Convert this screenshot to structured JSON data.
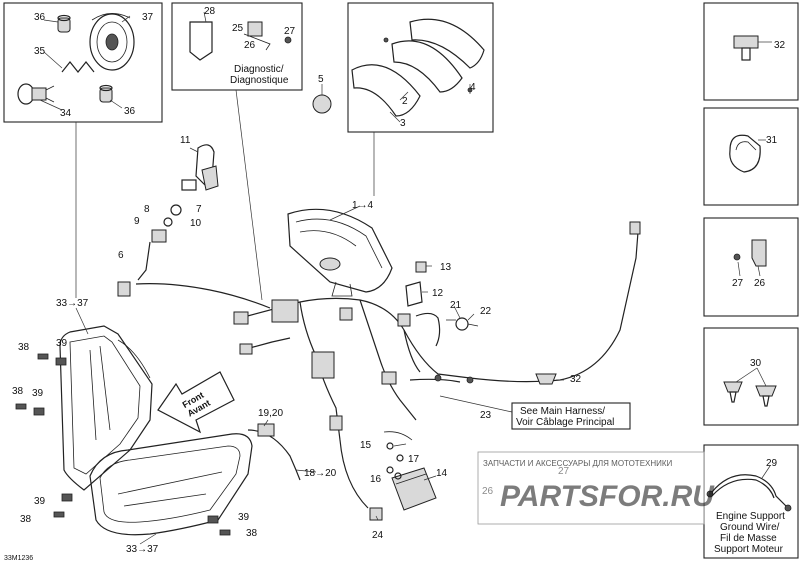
{
  "callouts": {
    "c1_4": "1→4",
    "c2": "2",
    "c3": "3",
    "c4": "4",
    "c5": "5",
    "c6": "6",
    "c7": "7",
    "c8": "8",
    "c9": "9",
    "c10": "10",
    "c11": "11",
    "c12": "12",
    "c13": "13",
    "c14": "14",
    "c15": "15",
    "c16": "16",
    "c17": "17",
    "c18_20": "18→20",
    "c19_20": "19,20",
    "c21": "21",
    "c22": "22",
    "c23": "23",
    "c24": "24",
    "c25": "25",
    "c26a": "26",
    "c26b": "26",
    "c26c": "26",
    "c27a": "27",
    "c27b": "27",
    "c27c": "27",
    "c28": "28",
    "c29": "29",
    "c30": "30",
    "c31": "31",
    "c32a": "32",
    "c32b": "32",
    "c33_37a": "33→37",
    "c33_37b": "33→37",
    "c34": "34",
    "c35": "35",
    "c36a": "36",
    "c36b": "36",
    "c37": "37",
    "c38a": "38",
    "c38b": "38",
    "c38c": "38",
    "c38d": "38",
    "c39a": "39",
    "c39b": "39",
    "c39c": "39",
    "c39d": "39"
  },
  "labels": {
    "diagnostic_line1": "Diagnostic/",
    "diagnostic_line2": "Diagnostique",
    "harness_line1": "See Main Harness/",
    "harness_line2": "Voir Câblage Principal",
    "front_line1": "Front",
    "front_line2": "Avant",
    "ground_line1": "Engine Support",
    "ground_line2": "Ground Wire/",
    "ground_line3": "Fil de Masse",
    "ground_line4": "Support Moteur",
    "watermark_top": "ЗАПЧАСТИ И АКСЕССУАРЫ ДЛЯ МОТОТЕХНИКИ",
    "watermark_logo": "PARTSFOR.RU",
    "figure_code": "33M1236"
  },
  "colors": {
    "line": "#222222",
    "watermark": "#e0204a"
  }
}
